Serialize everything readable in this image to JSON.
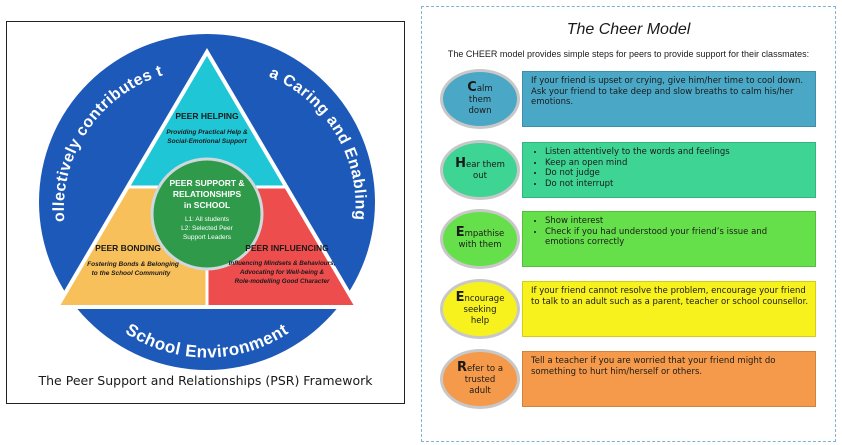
{
  "psr": {
    "outer_top": "Collectively contributes to",
    "outer_right": "a Caring and Enabling",
    "outer_bottom": "School Environment",
    "peer_helping": {
      "title": "PEER HELPING",
      "line1": "Providing Practical Help &",
      "line2": "Social-Emotional Support"
    },
    "peer_bonding": {
      "title": "PEER BONDING",
      "line1": "Fostering Bonds & Belonging",
      "line2": "to the School Community"
    },
    "peer_influencing": {
      "title": "PEER INFLUENCING",
      "line1": "Influencing Mindsets & Behaviours,",
      "line2": "Advocating for Well-being &",
      "line3": "Role-modelling Good Character"
    },
    "center": {
      "line1": "PEER SUPPORT &",
      "line2": "RELATIONSHIPS",
      "line3": "in SCHOOL",
      "line4": "L1: All students",
      "line5": "L2: Selected Peer",
      "line6": "Support Leaders"
    },
    "caption": "The Peer Support and Relationships (PSR) Framework",
    "colors": {
      "outer_ring": "#1d59b8",
      "peer_helping": "#1fc7d6",
      "peer_bonding": "#f8c05a",
      "peer_influencing": "#ee4d4d",
      "center": "#2f9b4a",
      "triangle_border": "#ffffff"
    }
  },
  "cheer": {
    "title": "The Cheer Model",
    "intro": "The CHEER model provides simple steps for peers to provide support for their classmates:",
    "steps": [
      {
        "initial": "C",
        "rest": "alm",
        "line2": "them",
        "line3": "down",
        "color": "#4aa8c6",
        "text": "If your friend is upset or crying, give him/her time to cool down. Ask your friend to take deep and slow breaths to calm his/her emotions.",
        "bullets": []
      },
      {
        "initial": "H",
        "rest": "ear them",
        "line2": "out",
        "line3": "",
        "color": "#3ed494",
        "text": "",
        "bullets": [
          "Listen attentively to the words and feelings",
          "Keep an open mind",
          "Do not judge",
          "Do not interrupt"
        ]
      },
      {
        "initial": "E",
        "rest": "mpathise",
        "line2": "with them",
        "line3": "",
        "color": "#66e04a",
        "text": "",
        "bullets": [
          "Show interest",
          "Check if you had understood your friend’s issue and emotions correctly"
        ]
      },
      {
        "initial": "E",
        "rest": "ncourage",
        "line2": "seeking",
        "line3": "help",
        "color": "#f7f21e",
        "text": "If your friend cannot resolve the problem, encourage your friend to talk to an adult such as a parent, teacher or school counsellor.",
        "bullets": []
      },
      {
        "initial": "R",
        "rest": "efer to a",
        "line2": "trusted",
        "line3": "adult",
        "color": "#f59a4a",
        "text": "Tell a teacher if you are worried that your friend might do something to hurt him/herself or others.",
        "bullets": []
      }
    ]
  }
}
